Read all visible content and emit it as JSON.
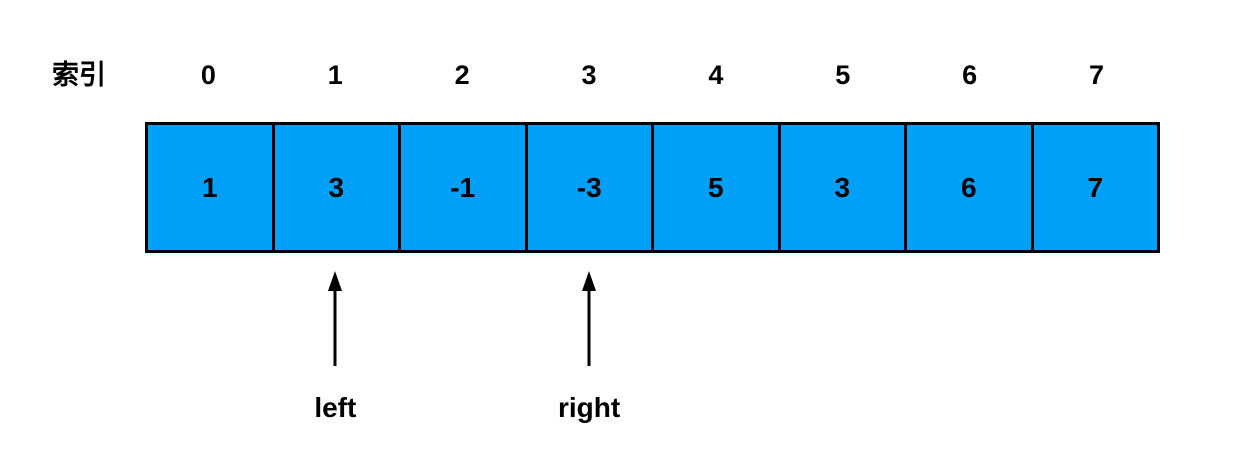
{
  "index_label": "索引",
  "indices": [
    "0",
    "1",
    "2",
    "3",
    "4",
    "5",
    "6",
    "7"
  ],
  "array": {
    "values": [
      "1",
      "3",
      "-1",
      "-3",
      "5",
      "3",
      "6",
      "7"
    ]
  },
  "pointers": [
    {
      "label": "left",
      "cell_index": 1
    },
    {
      "label": "right",
      "cell_index": 3
    }
  ],
  "colors": {
    "cell_fill": "#009FF8",
    "border": "#000000",
    "text": "#000000",
    "background": "#FFFFFF"
  }
}
